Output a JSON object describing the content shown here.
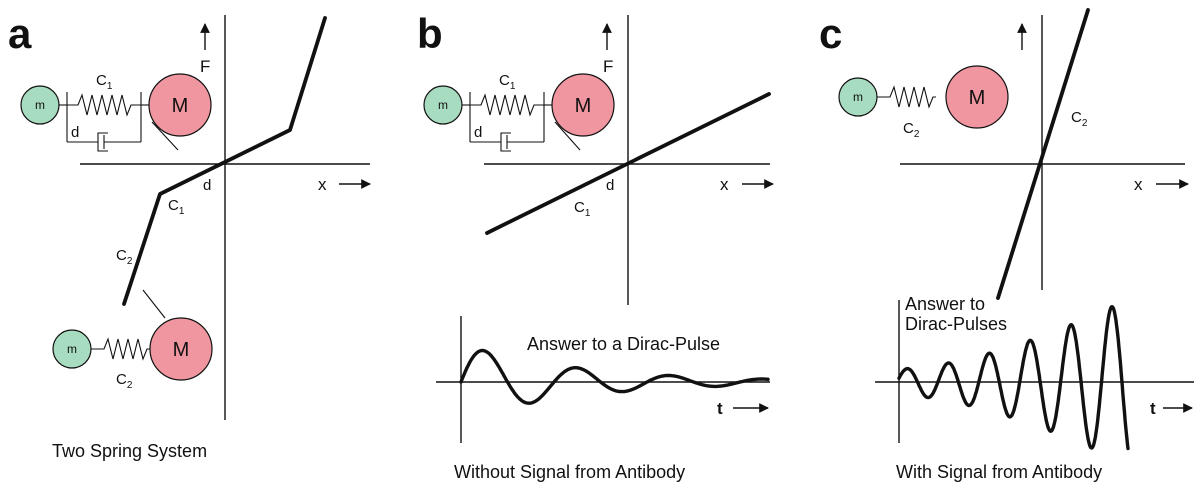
{
  "panels": {
    "a": {
      "letter": "a",
      "force_label": "F",
      "x_label": "x",
      "upper_model": {
        "small_mass": "m",
        "big_mass": "M",
        "spring": "C",
        "spring_sub": "1",
        "damper": "d"
      },
      "lower_model": {
        "small_mass": "m",
        "big_mass": "M",
        "spring": "C",
        "spring_sub": "2"
      },
      "curve_labels": {
        "d": "d",
        "c1": "C",
        "c1_sub": "1",
        "c2": "C",
        "c2_sub": "2"
      },
      "caption": "Two Spring System"
    },
    "b": {
      "letter": "b",
      "force_label": "F",
      "x_label": "x",
      "model": {
        "small_mass": "m",
        "big_mass": "M",
        "spring": "C",
        "spring_sub": "1",
        "damper": "d"
      },
      "curve_labels": {
        "d": "d",
        "c1": "C",
        "c1_sub": "1"
      },
      "response_title": "Answer to a Dirac-Pulse",
      "t_label": "t",
      "caption": "Without Signal from Antibody"
    },
    "c": {
      "letter": "c",
      "x_label": "x",
      "model": {
        "small_mass": "m",
        "big_mass": "M",
        "spring": "C",
        "spring_sub": "2"
      },
      "curve_labels": {
        "c2": "C",
        "c2_sub": "2"
      },
      "response_title_line1": "Answer to",
      "response_title_line2": "Dirac-Pulses",
      "t_label": "t",
      "caption": "With Signal from Antibody"
    }
  },
  "colors": {
    "small_mass": "#a8dcc0",
    "big_mass": "#ef96a0",
    "ink": "#111111"
  }
}
